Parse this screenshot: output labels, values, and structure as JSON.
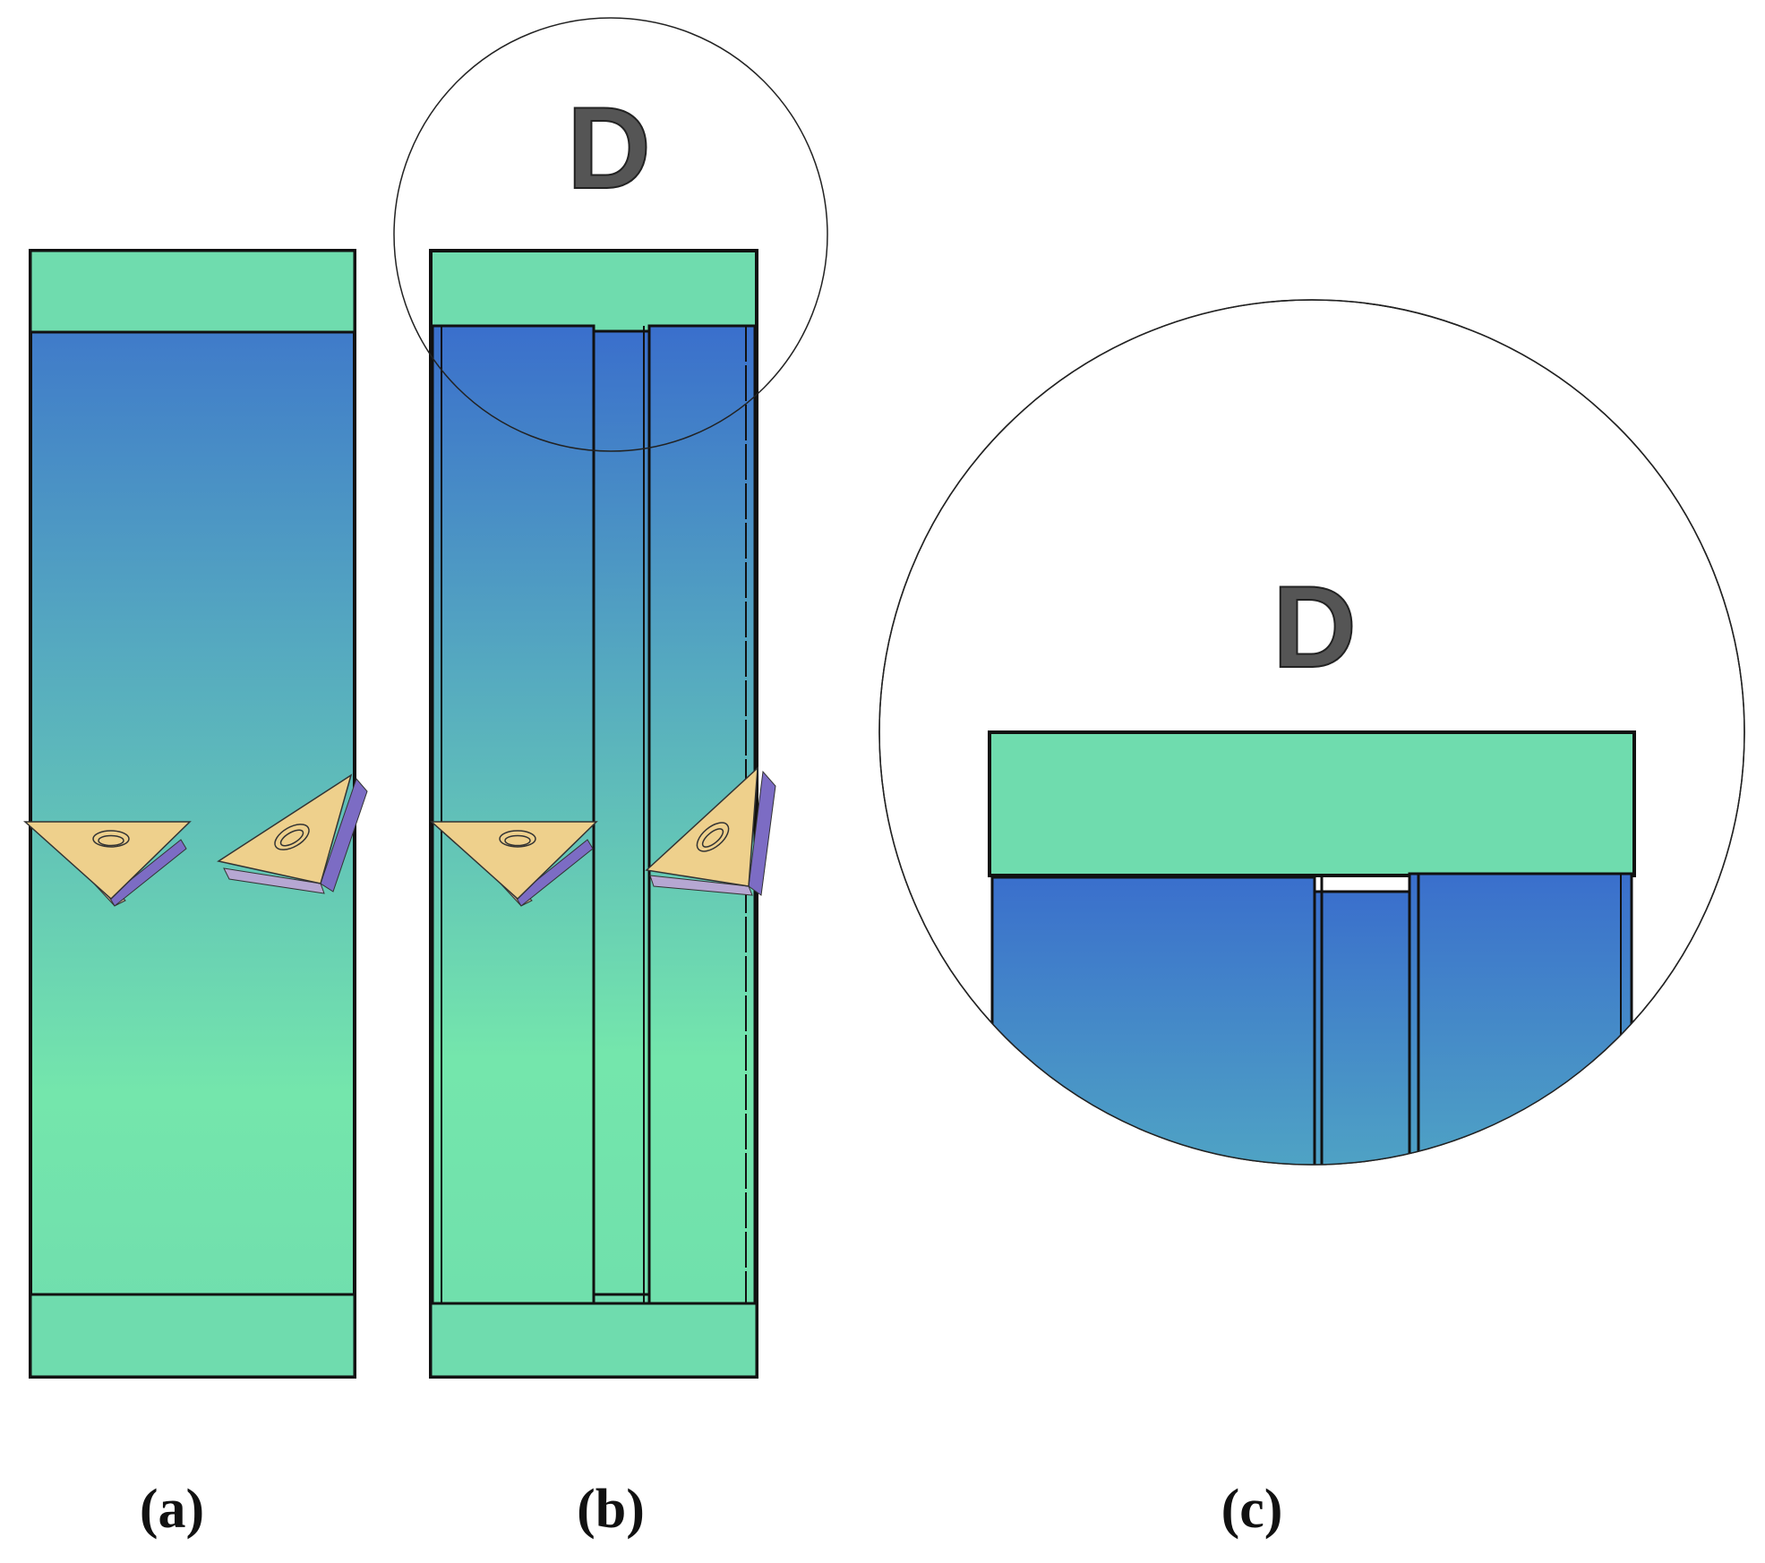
{
  "figure": {
    "panels": [
      {
        "id": "a",
        "label": "(a)"
      },
      {
        "id": "b",
        "label": "(b)"
      },
      {
        "id": "c",
        "label": "(c)"
      }
    ],
    "detail_marker": "D",
    "detail_view_title": "D"
  },
  "colors": {
    "band_green": "#6FDCAE",
    "blue_top": "#3A6FCC",
    "blue_mid": "#4F9DC3",
    "green_bottom": "#76E8AC",
    "insert_face": "#EED08C",
    "insert_side": "#7C6CC4",
    "outline": "#111111",
    "detail_letter": "#555555"
  },
  "icons": [
    "triangular-insert-icon"
  ]
}
